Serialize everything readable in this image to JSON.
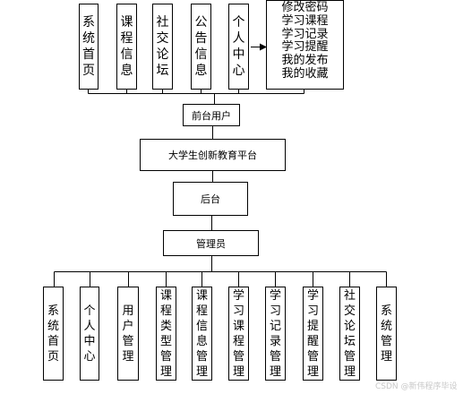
{
  "top_modules": [
    "系统首页",
    "课程信息",
    "社交论坛",
    "公告信息",
    "个人中心"
  ],
  "personal_center_items": [
    "修改密码",
    "学习课程",
    "学习记录",
    "学习提醒",
    "我的发布",
    "我的收藏"
  ],
  "front_user": "前台用户",
  "platform": "大学生创新教育平台",
  "backend": "后台",
  "admin": "管理员",
  "bottom_modules": [
    "系统首页",
    "个人中心",
    "用户管理",
    "课程类型管理",
    "课程信息管理",
    "学习课程管理",
    "学习记录管理",
    "学习提醒管理",
    "社交论坛管理",
    "系统管理"
  ],
  "watermark": "CSDN @新伟程序毕设",
  "colors": {
    "line": "#000000",
    "box_border": "#000000",
    "background": "#ffffff",
    "watermark": "#c8c8c8"
  }
}
